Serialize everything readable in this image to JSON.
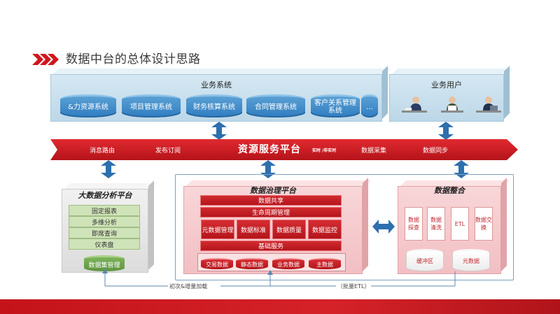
{
  "title": "数据中台的总体设计思路",
  "business_systems": {
    "title": "业务系统",
    "items": [
      "&力资源系统",
      "项目管理系统",
      "财务核算系统",
      "合同管理系统",
      "客户关系管理系统",
      "…"
    ]
  },
  "business_users": {
    "title": "业务用户"
  },
  "banner": {
    "main": "资源服务平台",
    "sub": "实时 /非实时",
    "items": [
      "消息路由",
      "发布订阅",
      "数据采集",
      "数据同步"
    ]
  },
  "analysis": {
    "title": "大数据分析平台",
    "items": [
      "固定报表",
      "多维分析",
      "即席查询",
      "仪表盘"
    ],
    "base": "数据集管理"
  },
  "governance": {
    "title": "数据治理平台",
    "rows": [
      "数据共享",
      "生命周期管理"
    ],
    "cells": [
      "元数据管理",
      "数据标准",
      "数据质量",
      "数据监控"
    ],
    "base_service": "基础服务",
    "data_stores": [
      "交易数据",
      "静态数据",
      "业务数据",
      "主数据"
    ]
  },
  "integration": {
    "title": "数据整合",
    "cells": [
      "数据探查",
      "数据清洗",
      "ETL",
      "数据交换"
    ],
    "stores": [
      "缓冲区",
      "元数据"
    ]
  },
  "flow_labels": {
    "left": "初次&增量加载",
    "right": "（批量ETL）"
  },
  "colors": {
    "brand_red": "#c4141a",
    "system_blue": "#2f7cc0",
    "panel_blue": "#cfe3f0",
    "panel_pink": "#f5c9cc"
  }
}
